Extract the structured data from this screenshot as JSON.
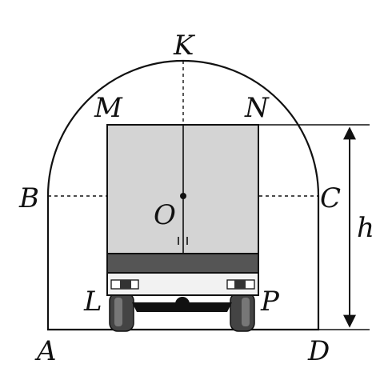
{
  "labels": {
    "K": "K",
    "M": "M",
    "N": "N",
    "B": "B",
    "C": "C",
    "O": "O",
    "h": "h",
    "L": "L",
    "P": "P",
    "A": "A",
    "D": "D"
  },
  "colors": {
    "ink": "#111111",
    "truck_body": "#d4d4d4",
    "bumper": "#555555",
    "base": "#f2f2f2",
    "wheel": "#444444"
  }
}
